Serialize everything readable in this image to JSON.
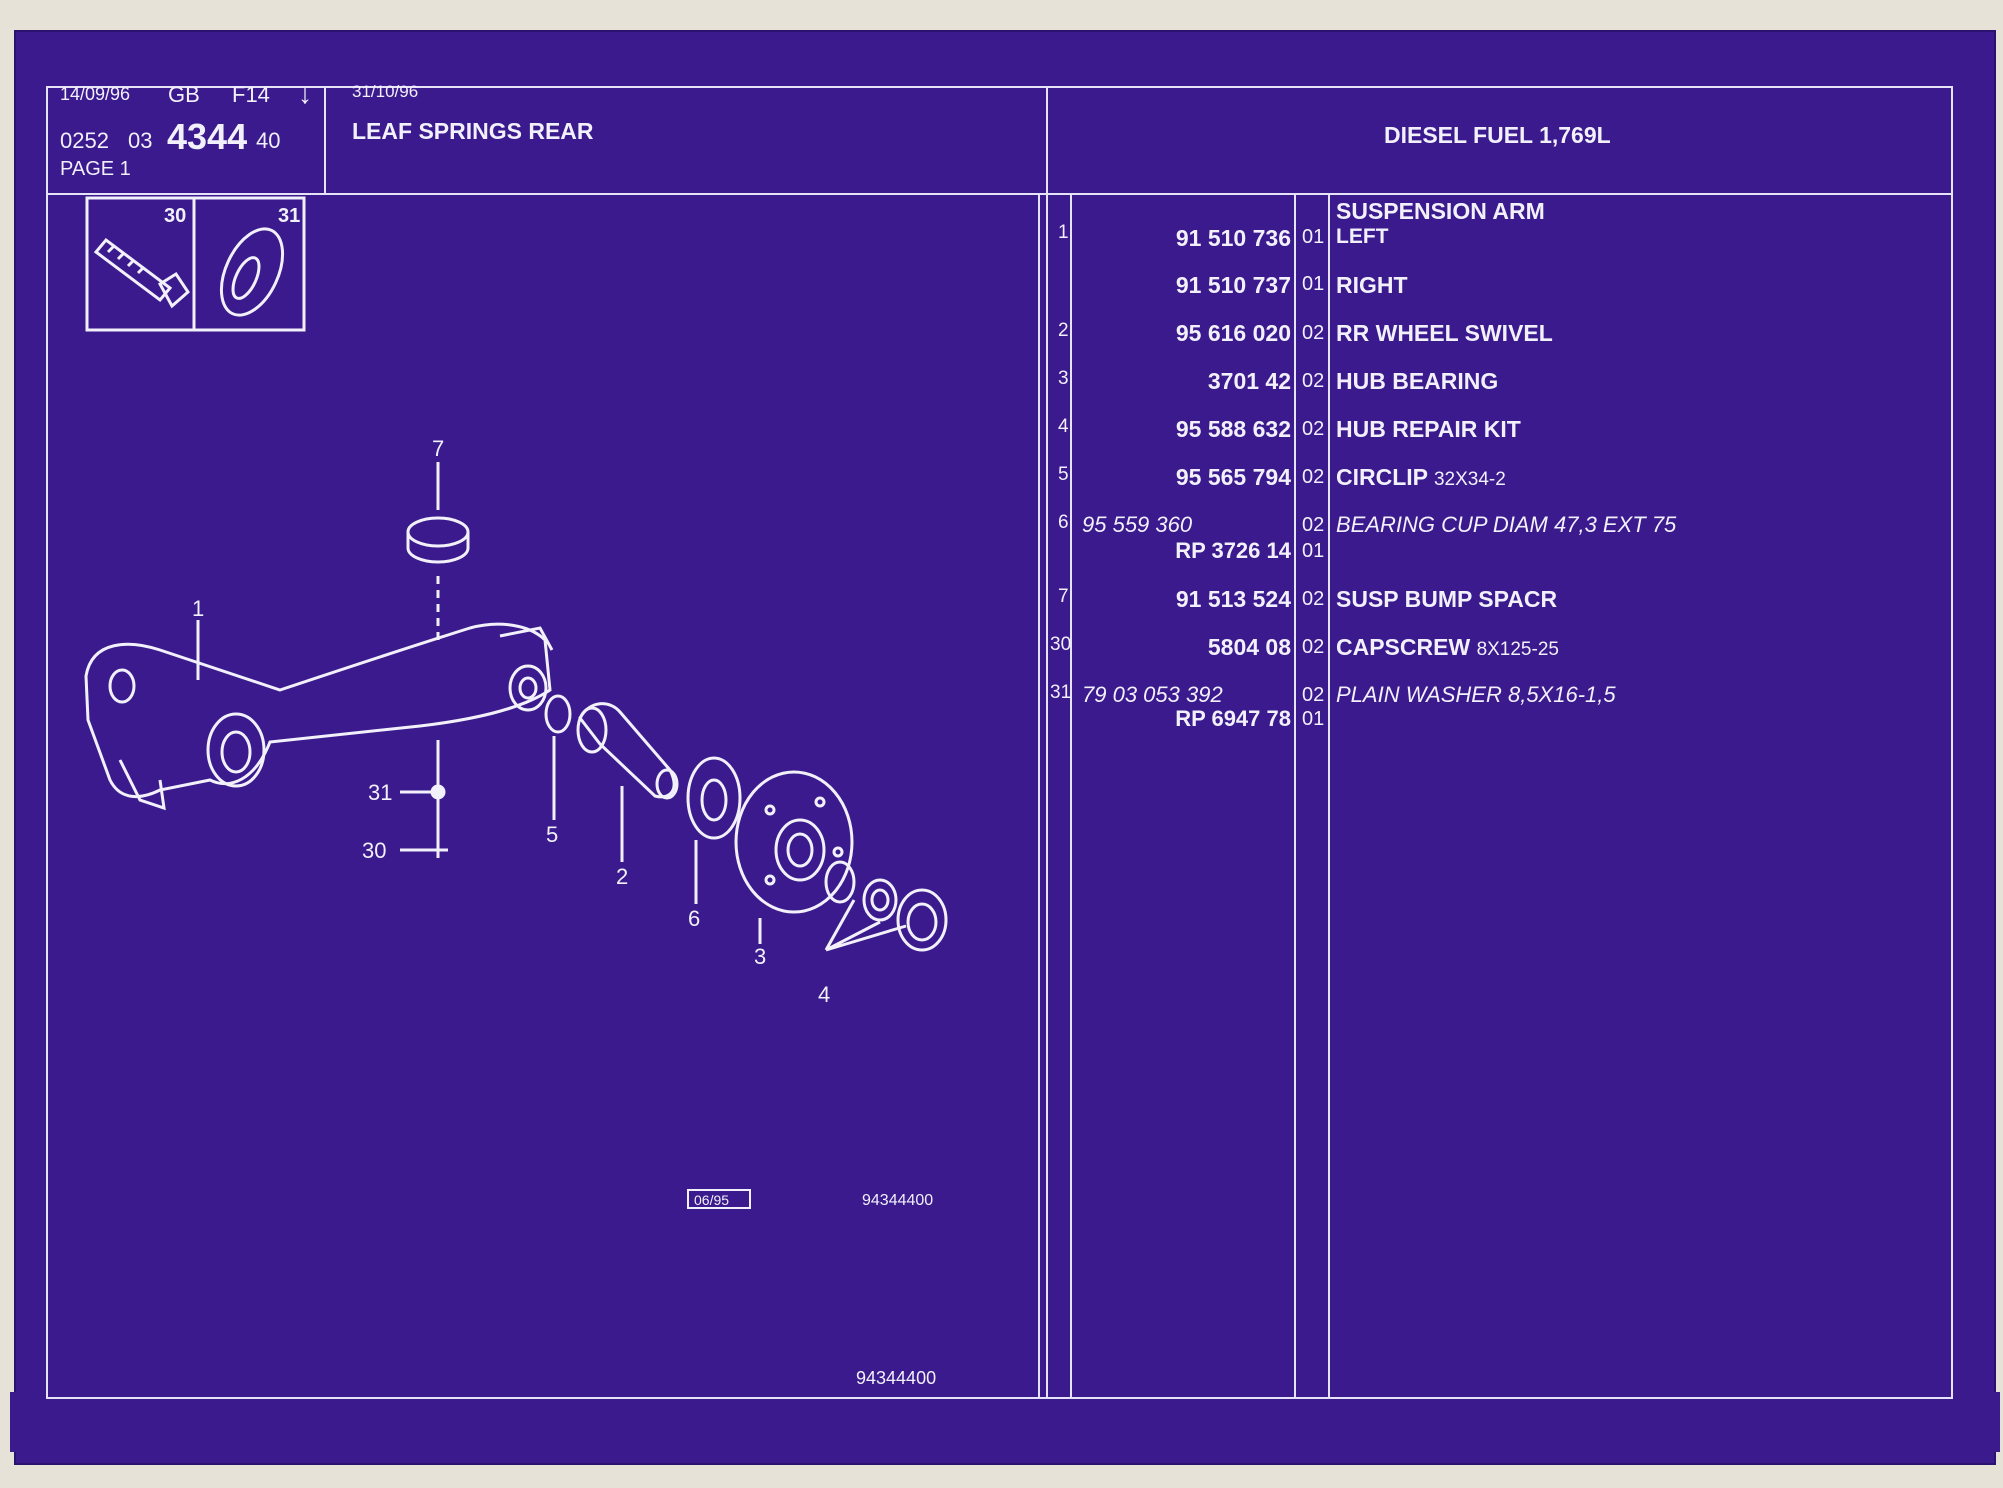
{
  "header": {
    "date1": "14/09/96",
    "lang": "GB",
    "code": "F14",
    "arrow": "↓",
    "ref_a": "0252",
    "ref_b": "03",
    "ref_main": "4344",
    "ref_c": "40",
    "page": "PAGE 1",
    "date2": "31/10/96",
    "title": "LEAF SPRINGS REAR",
    "engine": "DIESEL FUEL 1,769L"
  },
  "inset": {
    "left_label": "30",
    "right_label": "31"
  },
  "diagram": {
    "callouts": [
      "7",
      "1",
      "31",
      "30",
      "5",
      "2",
      "6",
      "3",
      "4"
    ],
    "date_box": "06/95",
    "ref_small": "94344400",
    "ref_bottom": "94344400"
  },
  "parts": [
    {
      "idx": "1",
      "number": "",
      "qty": "",
      "desc": "SUSPENSION ARM",
      "extra": ""
    },
    {
      "idx": "",
      "number": "91 510 736",
      "qty": "01",
      "desc": "LEFT",
      "extra": ""
    },
    {
      "idx": "",
      "number": "91 510 737",
      "qty": "01",
      "desc": "RIGHT",
      "extra": ""
    },
    {
      "idx": "2",
      "number": "95 616 020",
      "qty": "02",
      "desc": "RR WHEEL SWIVEL",
      "extra": ""
    },
    {
      "idx": "3",
      "number": "3701 42",
      "qty": "02",
      "desc": "HUB BEARING",
      "extra": ""
    },
    {
      "idx": "4",
      "number": "95 588 632",
      "qty": "02",
      "desc": "HUB REPAIR KIT",
      "extra": ""
    },
    {
      "idx": "5",
      "number": "95 565 794",
      "qty": "02",
      "desc": "CIRCLIP",
      "extra": "32X34-2"
    },
    {
      "idx": "6",
      "number_alt": "95 559 360",
      "qty": "02",
      "desc": "BEARING CUP DIAM 47,3 EXT 75",
      "number": "RP 3726 14",
      "qty2": "01"
    },
    {
      "idx": "7",
      "number": "91 513 524",
      "qty": "02",
      "desc": "SUSP BUMP SPACR",
      "extra": ""
    },
    {
      "idx": "30",
      "number": "5804 08",
      "qty": "02",
      "desc": "CAPSCREW",
      "extra": "8X125-25"
    },
    {
      "idx": "31",
      "number_alt": "79 03 053 392",
      "qty": "02",
      "desc": "PLAIN WASHER 8,5X16-1,5",
      "number": "RP 6947 78",
      "qty2": "01"
    }
  ]
}
